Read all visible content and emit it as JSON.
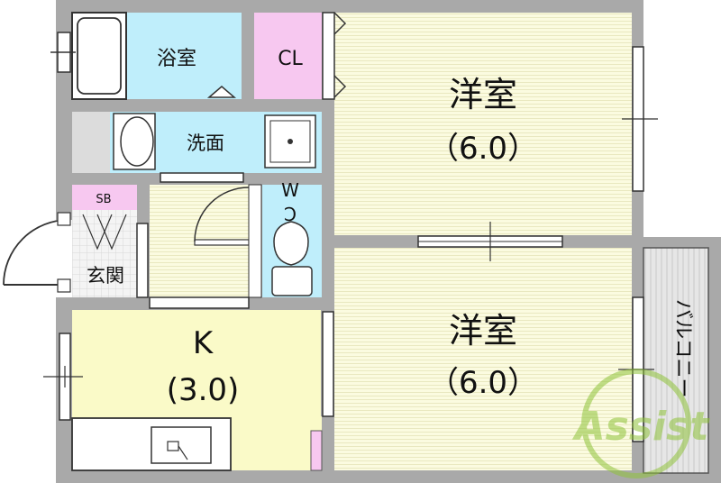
{
  "rooms": {
    "bath": "浴室",
    "closet": "CL",
    "washroom": "洗面",
    "toilet_w": "W",
    "toilet_c": "C",
    "shoe_box": "SB",
    "entrance": "玄関",
    "western_room_1_name": "洋室",
    "western_room_1_size": "（6.0）",
    "western_room_2_name": "洋室",
    "western_room_2_size": "（6.0）",
    "kitchen_name": "K",
    "kitchen_size": "(3.0)",
    "balcony": "バルコニー"
  },
  "watermark": "Assist",
  "colors": {
    "wall": "#a9a9a9",
    "bath_fill": "#bfeefb",
    "closet_fill": "#f7c8f0",
    "room_fill": "#fafadc",
    "kitchen_fill": "#fafac8",
    "floor_gray": "#dcdcdc",
    "watermark": "#8fc33a"
  }
}
